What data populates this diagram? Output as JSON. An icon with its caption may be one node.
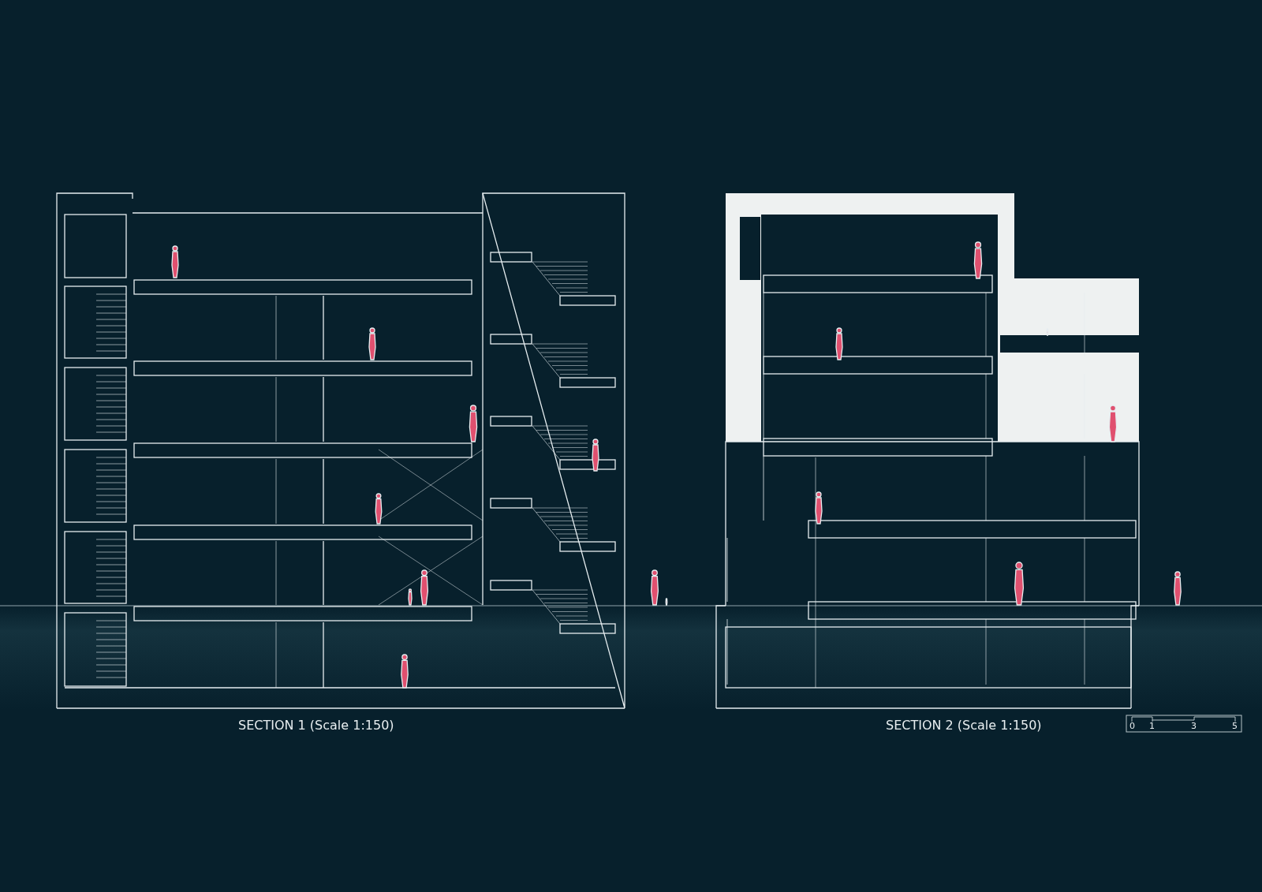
{
  "diagram": {
    "labels": [
      "SECTION 1 (Scale 1:150)",
      "SECTION 2 (Scale 1:150)",
      "0",
      "1",
      "3",
      "5"
    ]
  }
}
